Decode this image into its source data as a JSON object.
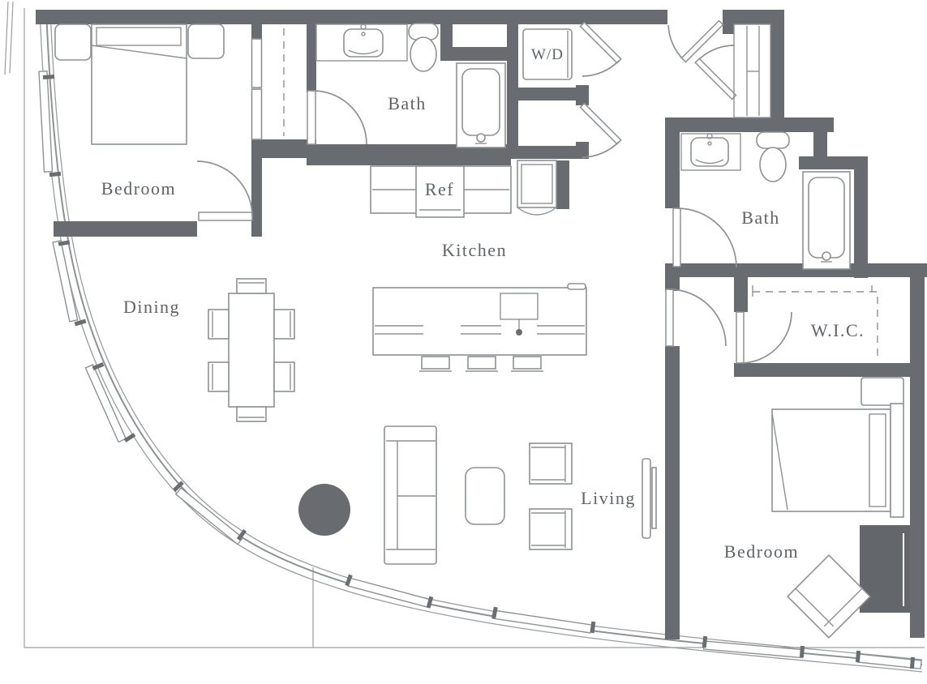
{
  "drawing_type": "apartment-floor-plan",
  "colors": {
    "background": "#ffffff",
    "wall": "#686c70",
    "line": "#8e9194",
    "text": "#5f6367"
  },
  "rooms": {
    "bedroom_left": {
      "label": "Bedroom"
    },
    "bath_top": {
      "label": "Bath"
    },
    "laundry": {
      "label": "W/D"
    },
    "kitchen": {
      "label": "Kitchen",
      "ref_label": "Ref"
    },
    "dining": {
      "label": "Dining"
    },
    "living": {
      "label": "Living"
    },
    "bath_right": {
      "label": "Bath"
    },
    "walk_in_closet": {
      "label": "W.I.C."
    },
    "bedroom_right": {
      "label": "Bedroom"
    }
  }
}
